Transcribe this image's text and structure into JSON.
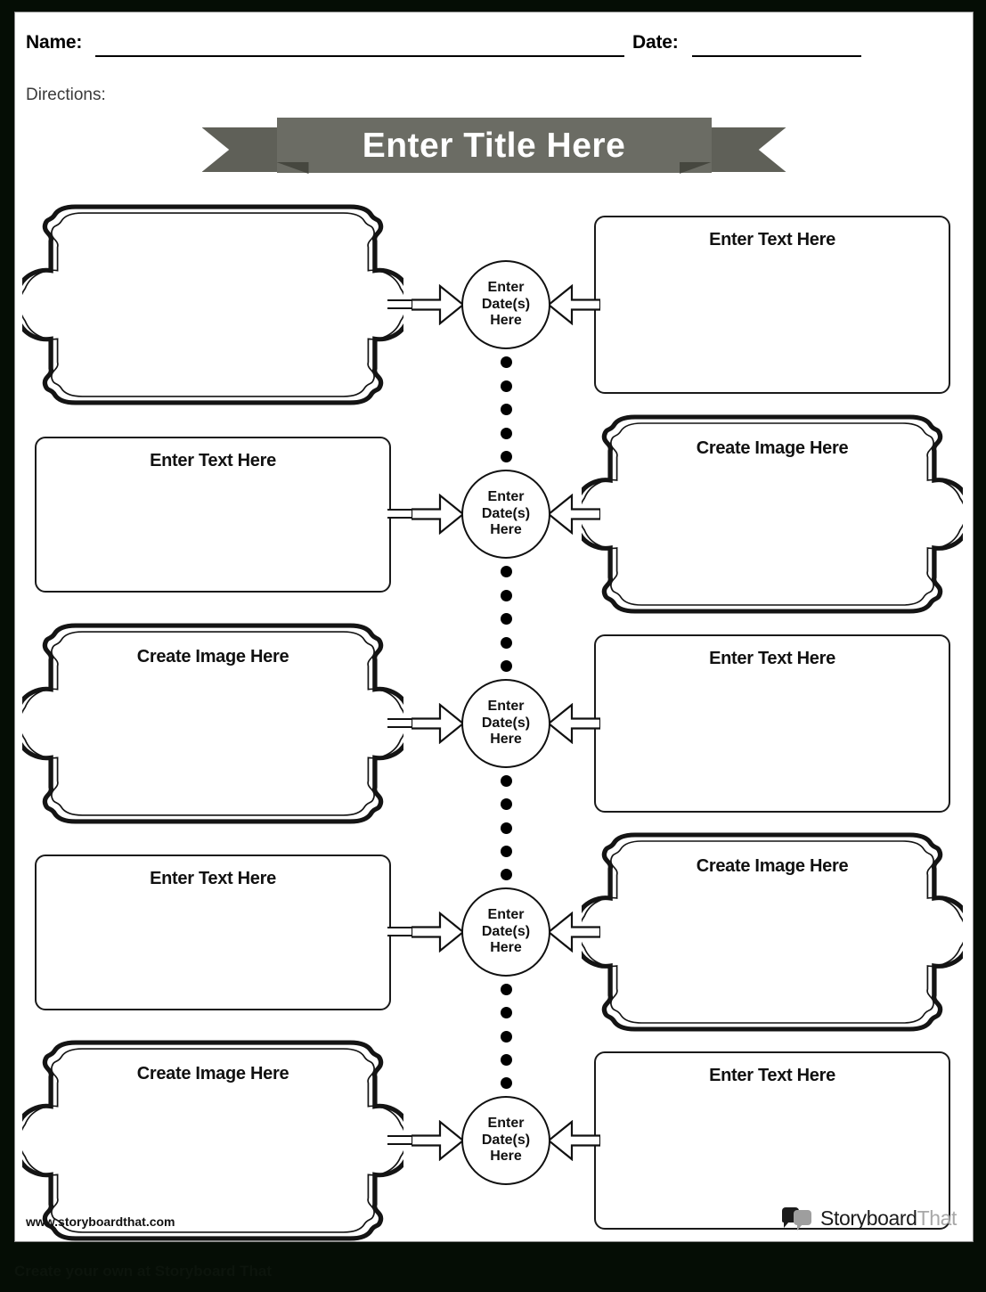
{
  "header": {
    "name_label": "Name:",
    "date_label": "Date:",
    "directions_label": "Directions:"
  },
  "title": {
    "text": "Enter Title Here",
    "banner_color": "#6b6c64",
    "banner_tail_color": "#5f6058",
    "banner_fold_color": "#46473f",
    "text_color": "#ffffff"
  },
  "labels": {
    "text_placeholder": "Enter Text Here",
    "image_placeholder": "Create Image Here",
    "date_line1": "Enter",
    "date_line2": "Date(s)",
    "date_line3": "Here"
  },
  "rows": [
    {
      "left": {
        "kind": "ornate",
        "label": ""
      },
      "center": {
        "line1": "Enter",
        "line2": "Date(s)",
        "line3": "Here"
      },
      "right": {
        "kind": "plain",
        "label": "Enter Text Here"
      },
      "dots_below": 5
    },
    {
      "left": {
        "kind": "plain",
        "label": "Enter Text Here"
      },
      "center": {
        "line1": "Enter",
        "line2": "Date(s)",
        "line3": "Here"
      },
      "right": {
        "kind": "ornate",
        "label": "Create Image Here"
      },
      "dots_below": 5
    },
    {
      "left": {
        "kind": "ornate",
        "label": "Create Image Here"
      },
      "center": {
        "line1": "Enter",
        "line2": "Date(s)",
        "line3": "Here"
      },
      "right": {
        "kind": "plain",
        "label": "Enter Text Here"
      },
      "dots_below": 5
    },
    {
      "left": {
        "kind": "plain",
        "label": "Enter Text Here"
      },
      "center": {
        "line1": "Enter",
        "line2": "Date(s)",
        "line3": "Here"
      },
      "right": {
        "kind": "ornate",
        "label": "Create Image Here"
      },
      "dots_below": 5
    },
    {
      "left": {
        "kind": "ornate",
        "label": "Create Image Here"
      },
      "center": {
        "line1": "Enter",
        "line2": "Date(s)",
        "line3": "Here"
      },
      "right": {
        "kind": "plain",
        "label": "Enter Text Here"
      },
      "dots_below": 0
    }
  ],
  "footer": {
    "url": "www.storyboardthat.com",
    "logo_dark": "Storyboard",
    "logo_grey": "That"
  },
  "bottom_strip": {
    "text": "Create your own at Storyboard That",
    "background": "#050d05",
    "text_color": "#0c140c"
  }
}
